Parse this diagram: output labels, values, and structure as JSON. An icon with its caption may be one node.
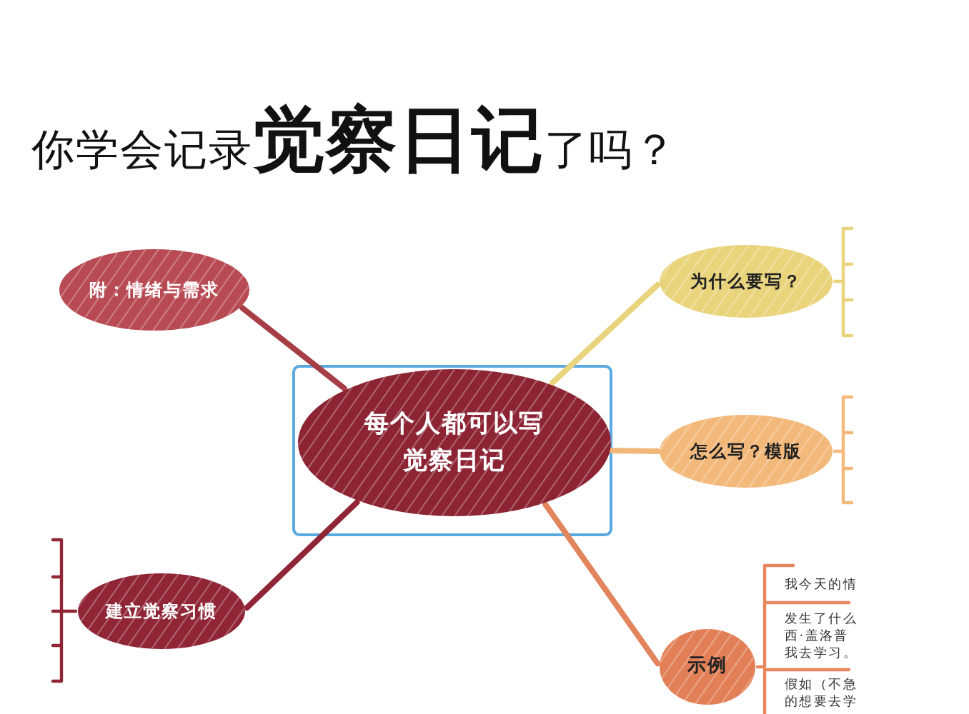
{
  "diagram": {
    "title": "你学会记录**觉察日记**了吗？",
    "nodes": [
      {
        "text": [
          "附：情绪与需求"
        ]
      },
      {
        "text": [
          "为什么要写？"
        ]
      },
      {
        "text": [
          "每个人都可以写觉察日记"
        ]
      },
      {
        "text": [
          "怎么写？模版"
        ]
      },
      {
        "text": [
          "建立觉察习惯"
        ]
      },
      {
        "text": [
          "示例"
        ]
      }
    ],
    "edges": [
      {
        "from": 2,
        "to": 0,
        "arrow": "none",
        "color": "#a63d47"
      },
      {
        "from": 2,
        "to": 1,
        "arrow": "none",
        "color": "#e8d47c"
      },
      {
        "from": 2,
        "to": 3,
        "arrow": "none",
        "color": "#f2b77a"
      },
      {
        "from": 2,
        "to": 4,
        "arrow": "none",
        "color": "#8f2535"
      },
      {
        "from": 2,
        "to": 5,
        "arrow": "none",
        "color": "#e2845c"
      }
    ],
    "labels": [
      "我今天的情",
      "发生了什么西·盖洛普我去学习。",
      "假如（不急的想要去学"
    ]
  }
}
